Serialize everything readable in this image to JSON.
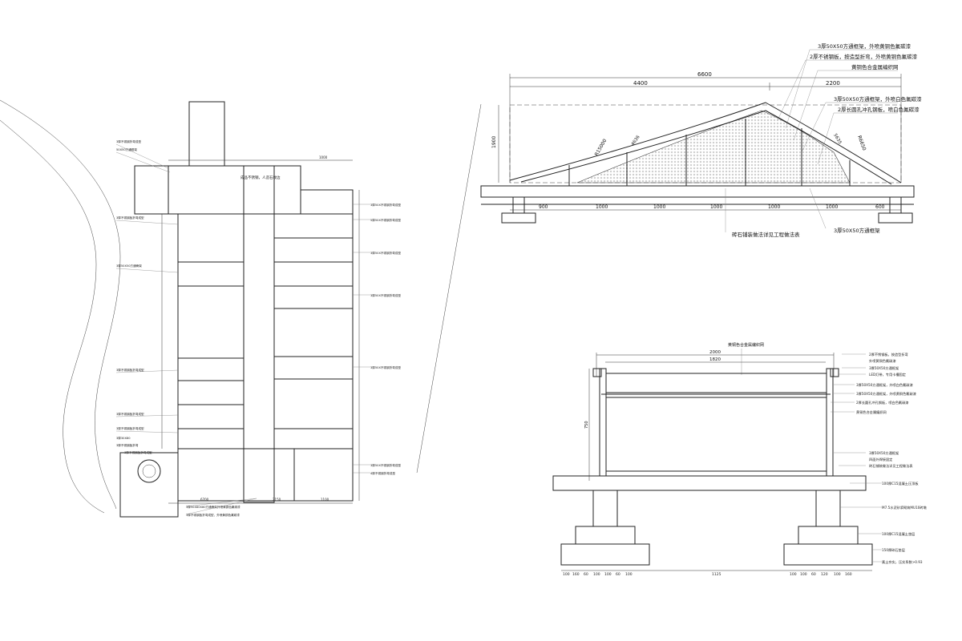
{
  "drawing": {
    "plan": {
      "labels_left": [
        "3厚不锈钢折弯成型",
        "50X50方通框架",
        "3厚不锈钢板折弯成型",
        "3厚50X50方通骨架",
        "3厚不锈钢板折弯成型",
        "3厚不锈钢板折弯成型",
        "3厚不锈钢板折弯成型",
        "3厚30X80",
        "3厚不锈钢板折弯",
        "3厚不锈钢板折弯成型"
      ],
      "labels_right": [
        "3厚50X不锈钢折弯成型",
        "5厚50X不锈钢折弯成型",
        "3厚50X不锈钢折弯成型",
        "3厚50X不锈钢折弯成型",
        "3厚50X不锈钢折弯成型",
        "3厚50X不锈钢折弯成型",
        "4厚不锈钢折弯成型"
      ],
      "labels_bottom": [
        "3厚50X80X80方通骨架外喷黄铜色氟碳漆",
        "3厚不锈钢板折弯成型，外喷黄铜色氟碳漆"
      ],
      "top_dims": [
        "1000"
      ],
      "bottom_dims": [
        "6700",
        "2150",
        "1100"
      ],
      "title_label": "成品不锈钢，人造石收边"
    },
    "elevation": {
      "dims_top": [
        "6600",
        "4400",
        "2200"
      ],
      "dims_bottom": [
        "900",
        "1000",
        "1000",
        "1000",
        "1000",
        "1000",
        "600"
      ],
      "left_height": "1900",
      "radius_labels": [
        "R15000",
        "R6650",
        "4636",
        "5635"
      ],
      "annotations": [
        "3厚50X50方通框架，外喷黄铜色氟碳漆",
        "2厚不锈钢板，按造型折弯，外喷黄铜色氟碳漆",
        "黄铜色合金属编织网",
        "3厚50X50方通框架，外喷白色氟碳漆",
        "2厚长圆孔冲孔钢板，喷白色氟碳漆"
      ],
      "bottom_notes": [
        "砖石铺装做法详见工程做法表",
        "3厚50X50方通框架"
      ]
    },
    "section": {
      "dims_top": [
        "2000",
        "1820"
      ],
      "top_label": "黄铜色合金属编织网",
      "right_notes": [
        "2厚不锈钢板，按造型折弯",
        "外喷黄铜色氟碳漆",
        "3厚50X50方通框架",
        "LED灯带，专用卡槽固定",
        "3厚50X50方通框架，外喷白色氟碳漆",
        "3厚50X50方通框架，外喷黄铜色氟碳漆",
        "2厚长圆孔冲孔钢板，喷白色氟碳漆",
        "黄铜色合金属编织网",
        "3厚50X50方通框架",
        "四面外焊接固定",
        "砖石铺装做法详见工程做法表",
        "100厚C15混凝土压顶板",
        "M7.5水泥砂浆砌筑MU10砖墩",
        "100厚C15混凝土垫层",
        "150厚碎石垫层",
        "素土夯实，压实系数>0.93"
      ],
      "dims_bottom": [
        "100",
        "160",
        "60",
        "100",
        "100",
        "60",
        "100",
        "1125",
        "100",
        "100",
        "60",
        "120",
        "100",
        "160"
      ],
      "left_dim": "750"
    }
  }
}
